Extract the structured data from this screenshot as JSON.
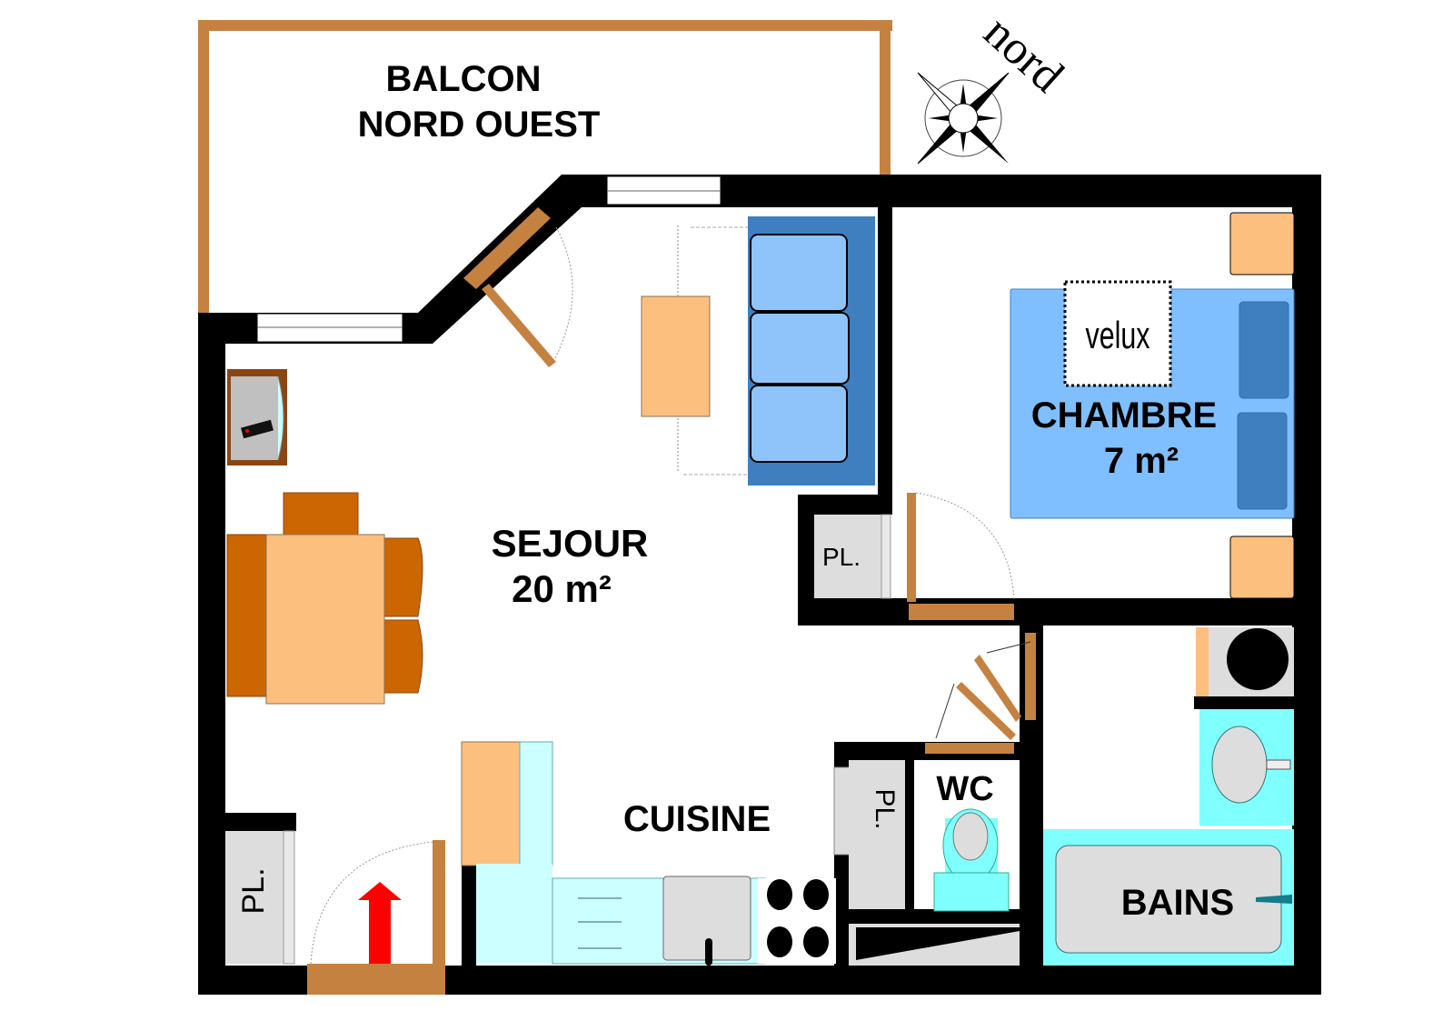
{
  "plan": {
    "compass": {
      "label": "nord"
    },
    "rooms": {
      "balcon": {
        "line1": "BALCON",
        "line2": "NORD OUEST"
      },
      "sejour": {
        "name": "SEJOUR",
        "area": "20 m²"
      },
      "chambre": {
        "name": "CHAMBRE",
        "area": "7 m²",
        "velux": "velux"
      },
      "cuisine": {
        "name": "CUISINE"
      },
      "wc": {
        "name": "WC"
      },
      "bains": {
        "name": "BAINS"
      }
    },
    "closets": {
      "chambre_pl": "PL.",
      "entry_pl": "PL.",
      "wc_pl": "PL."
    },
    "colors": {
      "wall": "#000000",
      "balcony_rail": "#c58140",
      "door": "#c58140",
      "wood_light": "#fdbf7e",
      "chair": "#cc6600",
      "sofa_frame": "#3f7fc0",
      "sofa_cushion": "#8ec4fa",
      "bed": "#80bfff",
      "pillow": "#3f7fc0",
      "kitchen": "#ccffff",
      "bath": "#80ffff",
      "closet": "#dddddd",
      "entry_arrow": "#ff0000"
    }
  }
}
